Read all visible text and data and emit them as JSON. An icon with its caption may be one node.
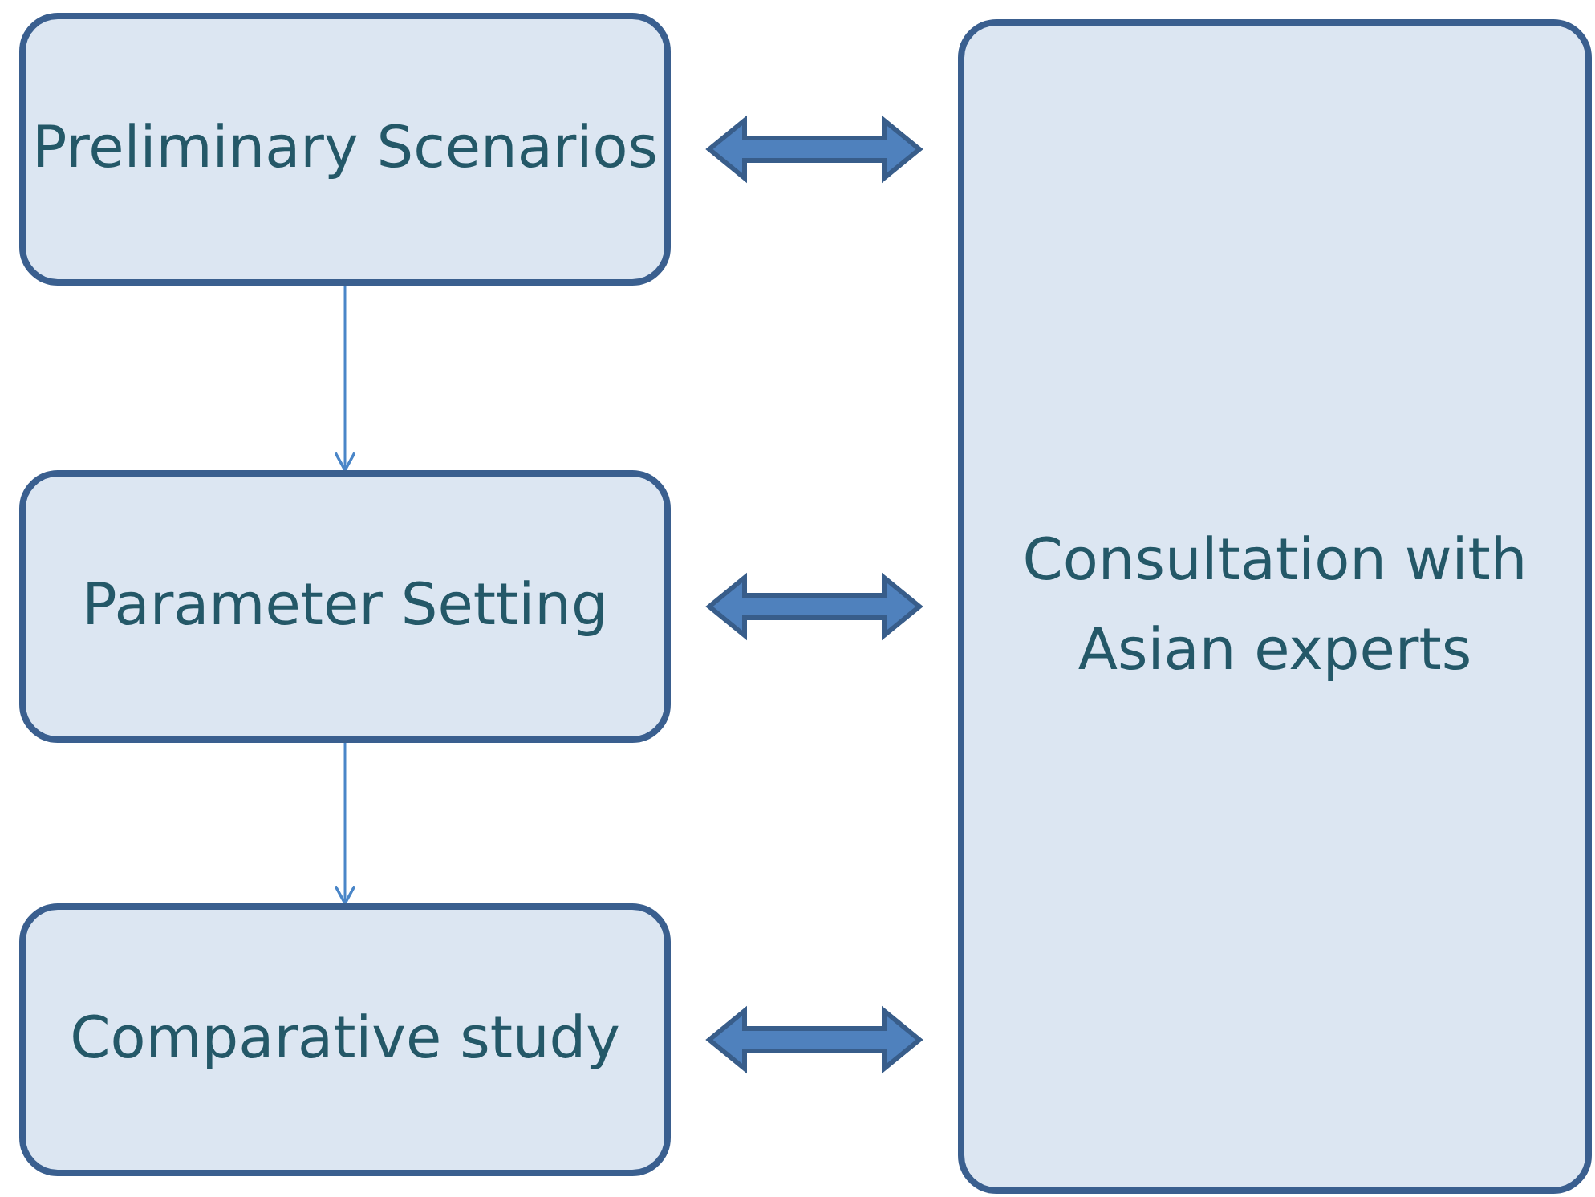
{
  "diagram": {
    "nodes": [
      {
        "text": [
          "Preliminary Scenarios"
        ]
      },
      {
        "text": [
          "Parameter Setting"
        ]
      },
      {
        "text": [
          "Comparative study"
        ]
      },
      {
        "text": [
          "Consultation with Asian experts"
        ]
      }
    ],
    "edges": [
      {
        "from": 0,
        "to": 1,
        "arrow": "to"
      },
      {
        "from": 1,
        "to": 2,
        "arrow": "to"
      },
      {
        "from": 0,
        "to": 3,
        "arrow": "both",
        "style": "thick"
      },
      {
        "from": 1,
        "to": 3,
        "arrow": "both",
        "style": "thick"
      },
      {
        "from": 2,
        "to": 3,
        "arrow": "both",
        "style": "thick"
      }
    ]
  }
}
